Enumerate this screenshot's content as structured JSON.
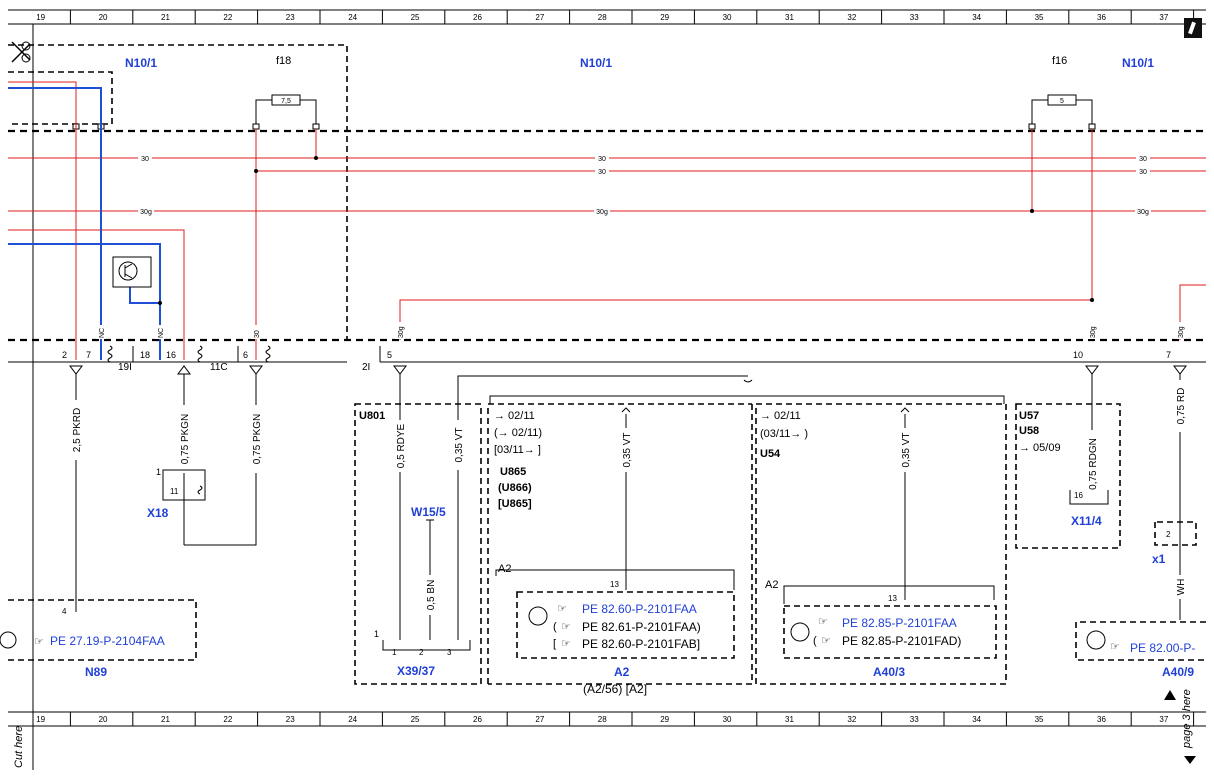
{
  "columns": [
    "19",
    "20",
    "21",
    "22",
    "23",
    "24",
    "25",
    "26",
    "27",
    "28",
    "29",
    "30",
    "31",
    "32",
    "33",
    "34",
    "35",
    "36",
    "37"
  ],
  "modules": {
    "n10_1": "N10/1"
  },
  "fuses": {
    "f18": {
      "name": "f18",
      "rating": "7,5"
    },
    "f16": {
      "name": "f16",
      "rating": "5"
    }
  },
  "bus_labels": {
    "l30": "30",
    "l30g": "30g"
  },
  "connector_pins": {
    "p2": "2",
    "p7": "7",
    "p18": "18",
    "p16": "16",
    "p6": "6",
    "p5": "5",
    "p10": "10",
    "p7b": "7",
    "c19i": "19I",
    "c11c": "11C",
    "c2i": "2I"
  },
  "wire_ends": {
    "nc": "NC",
    "w30": "30",
    "w30g": "30g"
  },
  "wires": {
    "w1": "2,5 PKRD",
    "w2": "0,75 PKGN",
    "w3": "0,75 PKGN",
    "w4": "0,5 RDYE",
    "w5": "0,35 VT",
    "w6": "0,5 BN",
    "w7": "0,35 VT",
    "w8": "0,35 VT",
    "w9": "0,75 RDGN",
    "w10": "0,75 RD",
    "w11": "WH"
  },
  "variants": {
    "u801": "U801",
    "v1": [
      "→ 02/11",
      "(→ 02/11)",
      "[03/11→ ]",
      "U865",
      "(U866)",
      "[U865]"
    ],
    "v2": [
      "→ 02/11",
      "(03/11→ )",
      "U54"
    ],
    "v3": [
      "U57",
      "U58",
      "→ 05/09"
    ]
  },
  "components": {
    "x18": "X18",
    "w15_5": "W15/5",
    "x39_37": "X39/37",
    "n89": "N89",
    "a2": "A2",
    "a2_sub": "(A2/56)  [A2]",
    "a40_3": "A40/3",
    "x11_4": "X11/4",
    "x1": "x1",
    "a40_9": "A40/9"
  },
  "pin_numbers": {
    "n1": "1",
    "n11": "11",
    "n4": "4",
    "n13": "13",
    "n13b": "13",
    "n16": "16",
    "n2": "2",
    "n1b": "1",
    "n2b": "2",
    "n3": "3"
  },
  "refs": {
    "pe1": "PE 27.19-P-2104FAA",
    "pe2": "PE 82.60-P-2101FAA",
    "pe3": "PE 82.61-P-2101FAA)",
    "pe4": "PE 82.60-P-2101FAB]",
    "pe5": "PE 82.85-P-2101FAA",
    "pe6": "PE 82.85-P-2101FAD)",
    "pe7": "PE 82.00-P-"
  },
  "ref_prefix": {
    "open_paren": "(",
    "open_bracket": "["
  },
  "margin": {
    "cut_here": "Cut here",
    "page_here": "page 3 here"
  }
}
